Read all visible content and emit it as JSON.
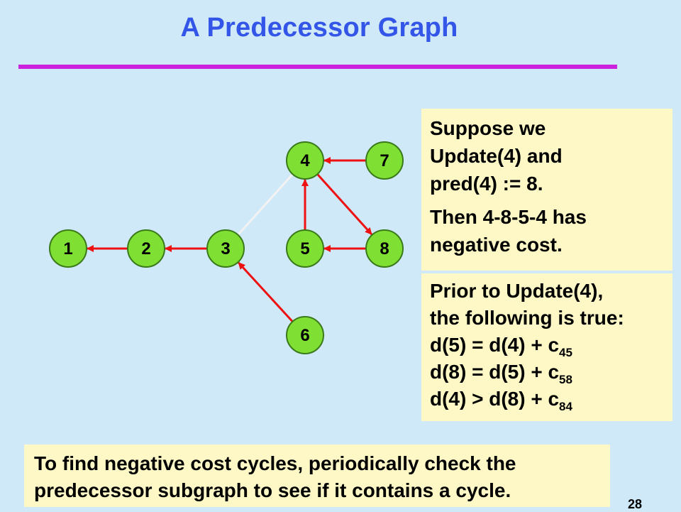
{
  "title": "A Predecessor Graph",
  "graph": {
    "nodes": [
      {
        "id": "1",
        "label": "1"
      },
      {
        "id": "2",
        "label": "2"
      },
      {
        "id": "3",
        "label": "3"
      },
      {
        "id": "4",
        "label": "4"
      },
      {
        "id": "5",
        "label": "5"
      },
      {
        "id": "6",
        "label": "6"
      },
      {
        "id": "7",
        "label": "7"
      },
      {
        "id": "8",
        "label": "8"
      }
    ],
    "edges": [
      {
        "from": "2",
        "to": "1",
        "style": "pred"
      },
      {
        "from": "3",
        "to": "2",
        "style": "pred"
      },
      {
        "from": "6",
        "to": "3",
        "style": "pred"
      },
      {
        "from": "7",
        "to": "4",
        "style": "pred"
      },
      {
        "from": "5",
        "to": "4",
        "style": "pred"
      },
      {
        "from": "4",
        "to": "8",
        "style": "pred"
      },
      {
        "from": "8",
        "to": "5",
        "style": "pred"
      },
      {
        "from": "4",
        "to": "3",
        "style": "removed"
      }
    ],
    "colors": {
      "node_fill": "#7fe033",
      "node_stroke": "#3a7a1a",
      "edge": "#ee1111",
      "removed_edge": "#f2f2f2"
    }
  },
  "note_top": {
    "line1": "Suppose we",
    "line2": "Update(4) and",
    "line3": "pred(4) := 8.",
    "line4": "Then 4-8-5-4 has",
    "line5": "negative cost."
  },
  "note_mid": {
    "line1": "Prior to Update(4),",
    "line2": "the following is true:",
    "eq1": {
      "text": "d(5) = d(4) + c",
      "sub": "45"
    },
    "eq2": {
      "text": "d(8) = d(5) + c",
      "sub": "58"
    },
    "eq3": {
      "text": "d(4) > d(8) + c",
      "sub": "84"
    }
  },
  "note_bottom": {
    "line1": "To find negative cost cycles, periodically check the",
    "line2": "predecessor subgraph to see if it contains a cycle."
  },
  "page_number": "28"
}
